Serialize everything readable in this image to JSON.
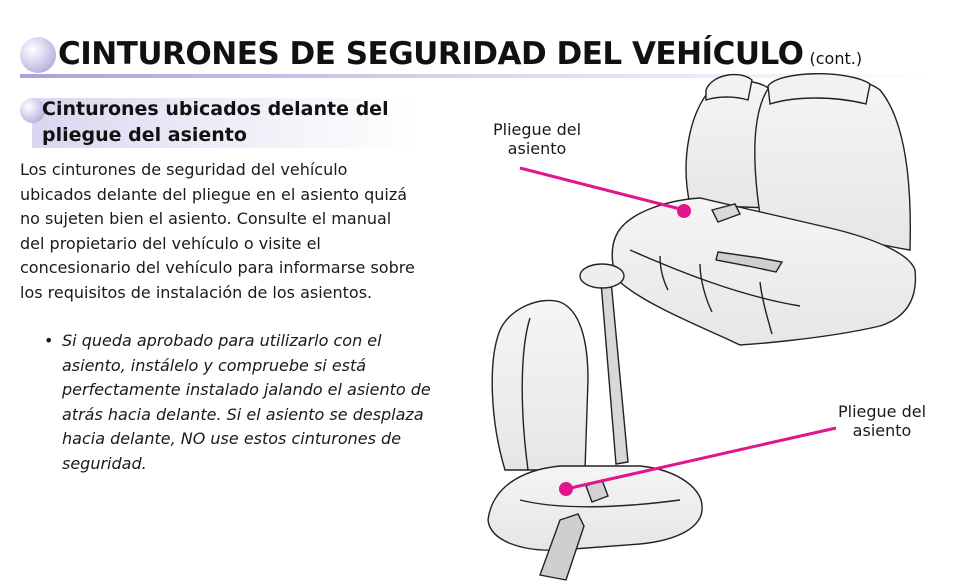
{
  "header": {
    "title": "CINTURONES DE SEGURIDAD DEL VEHÍCULO",
    "cont": "(cont.)"
  },
  "section": {
    "heading_line1": "Cinturones ubicados delante del",
    "heading_line2": "pliegue del asiento"
  },
  "body": {
    "lines": [
      "Los cinturones de seguridad del vehículo",
      "ubicados delante del pliegue en el asiento quizá",
      "no sujeten bien el asiento. Consulte el manual",
      "del propietario del vehículo o visite el",
      "concesionario del vehículo para informarse sobre",
      "los requisitos de instalación de los asientos."
    ]
  },
  "bullet": {
    "marker": "•",
    "lines": [
      "Si queda aprobado para utilizarlo con el",
      "asiento, instálelo y compruebe si está",
      "perfectamente instalado jalando el asiento de",
      "atrás hacia delante. Si el asiento se desplaza",
      "hacia delante, NO use estos cinturones de",
      "seguridad."
    ]
  },
  "callouts": {
    "top": {
      "line1": "Pliegue del",
      "line2": "asiento"
    },
    "bottom": {
      "line1": "Pliegue del",
      "line2": "asiento"
    }
  },
  "colors": {
    "accent_line": "#e0168a",
    "title_band": "#a7a3d9"
  }
}
